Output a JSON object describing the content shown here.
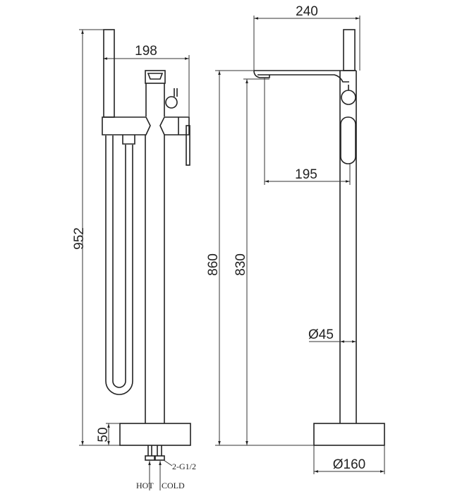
{
  "left_view": {
    "height_total": "952",
    "width_overall": "198",
    "base_height": "50",
    "inlet_spec": "2-G1/2",
    "inlet_hot": "HOT",
    "inlet_cold": "COLD"
  },
  "right_view": {
    "spout_width": "240",
    "spout_reach": "195",
    "height_to_top": "860",
    "height_to_spout": "830",
    "pipe_diameter": "Ø45",
    "base_diameter": "Ø160"
  },
  "colors": {
    "line": "#222222",
    "background": "#ffffff"
  }
}
